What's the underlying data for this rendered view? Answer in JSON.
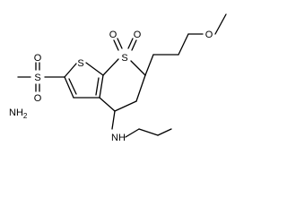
{
  "atoms": {
    "s_ring_left": "S",
    "s_ring_right": "S",
    "s_sulfonamide": "S",
    "o_ring_s_1": "O",
    "o_ring_s_2": "O",
    "o_sulf_top": "O",
    "o_sulf_bottom": "O",
    "o_ether": "O",
    "nh2": "NH",
    "nh2_sub": "2",
    "nh": "NH"
  }
}
